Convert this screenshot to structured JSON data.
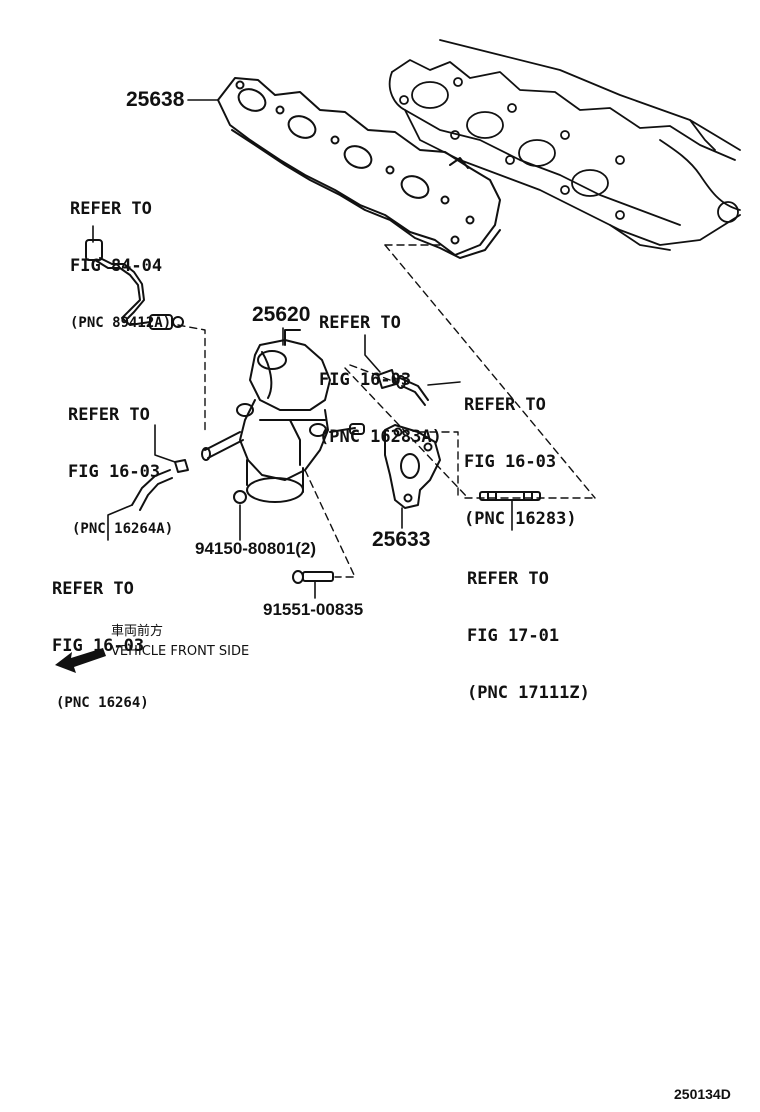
{
  "diagram": {
    "parts": {
      "p25638": "25638",
      "p25620": "25620",
      "p25633": "25633",
      "p94150": "94150-80801(2)",
      "p91551": "91551-00835"
    },
    "refs": [
      {
        "line1": "REFER TO",
        "line2": "FIG 84-04",
        "line3": "(PNC 89412A)"
      },
      {
        "line1": "REFER TO",
        "line2": "FIG 16-03",
        "line3": "(PNC 16283A)"
      },
      {
        "line1": "REFER TO",
        "line2": "FIG 16-03",
        "line3": "(PNC 16283)"
      },
      {
        "line1": "REFER TO",
        "line2": "FIG 16-03",
        "line3": "(PNC 16264A)"
      },
      {
        "line1": "REFER TO",
        "line2": "FIG 16-03",
        "line3": "(PNC 16264)"
      },
      {
        "line1": "REFER TO",
        "line2": "FIG 17-01",
        "line3": "(PNC 17111Z)"
      }
    ],
    "front_jp": "車両前方",
    "front_en": "VEHICLE FRONT SIDE",
    "drawing_code": "250134D"
  }
}
